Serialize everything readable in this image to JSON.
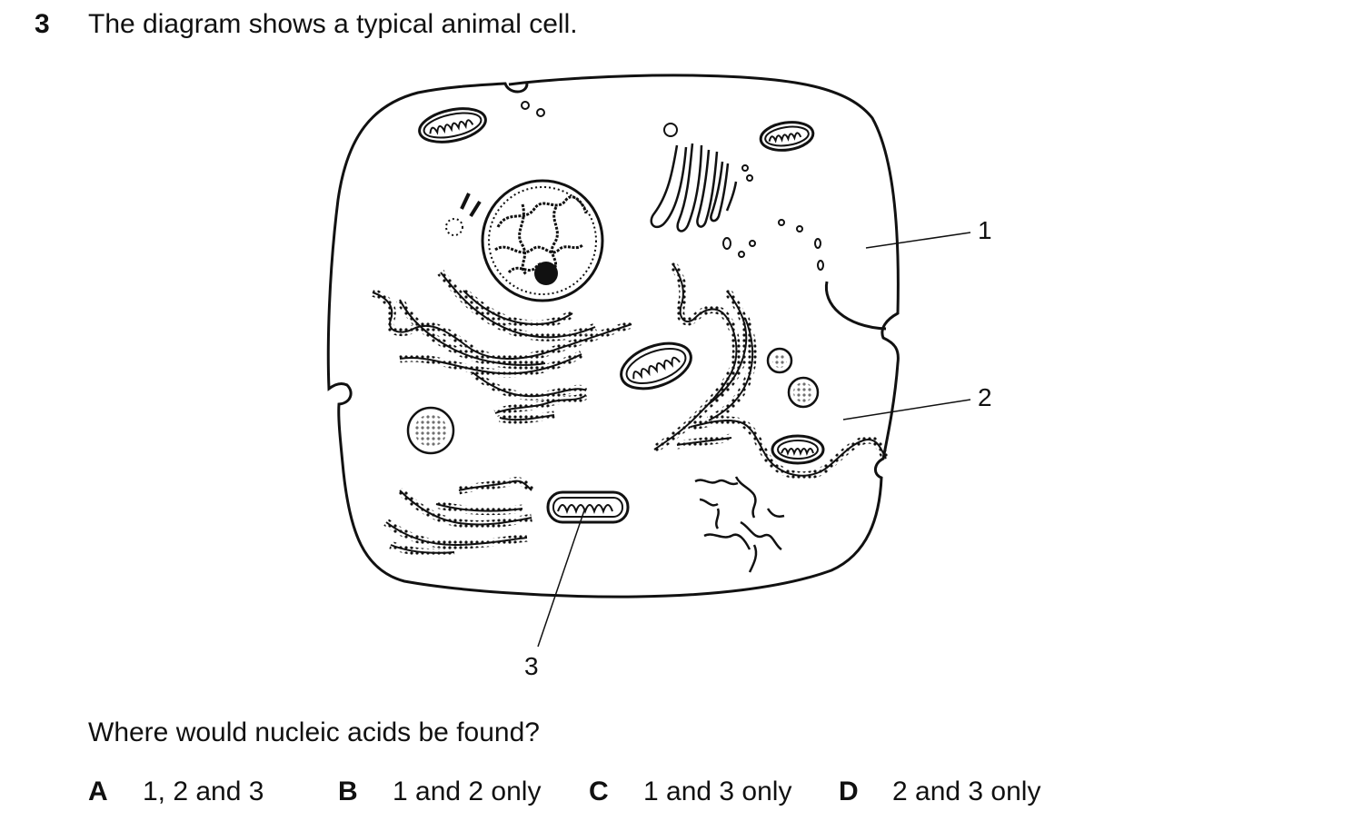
{
  "question": {
    "number": "3",
    "stem": "The diagram shows a typical animal cell.",
    "prompt": "Where would nucleic acids be found?"
  },
  "diagram": {
    "labels": [
      "1",
      "2",
      "3"
    ]
  },
  "options": [
    {
      "letter": "A",
      "text": "1, 2 and 3"
    },
    {
      "letter": "B",
      "text": "1 and 2 only"
    },
    {
      "letter": "C",
      "text": "1 and 3 only"
    },
    {
      "letter": "D",
      "text": "2 and 3 only"
    }
  ]
}
